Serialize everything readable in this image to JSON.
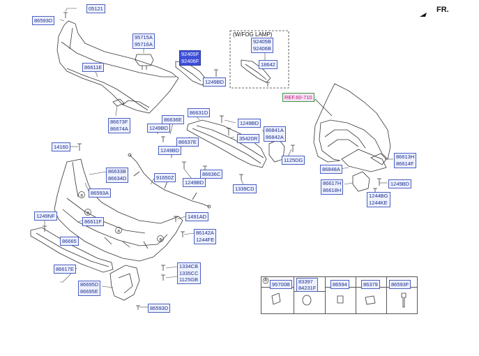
{
  "header": {
    "direction": "FR."
  },
  "fog_lamp_box": {
    "title": "(W/FOG LAMP)"
  },
  "callouts": {
    "a": "a"
  },
  "parts": {
    "p05121": "05121",
    "p86593D_top": "86593D",
    "p95715A": "95715A",
    "p95716A": "95716A",
    "p92405F": "92405F",
    "p92406F": "92406F",
    "p92405B": "92405B",
    "p92406B": "92406B",
    "p18642": "18642",
    "p86611E": "86611E",
    "p1249BD_a": "1249BD",
    "pREF": "REF.60-710",
    "p86673F": "86673F",
    "p86674A": "86674A",
    "p86636E": "86636E",
    "p86631D": "86631D",
    "p1249BD_b": "1249BD",
    "p1249BD_c": "1249BD",
    "p86841A": "86841A",
    "p86842A": "86842A",
    "p35420R": "35420R",
    "p86637E": "86637E",
    "p1249BD_d": "1249BD",
    "p1125DG": "1125DG",
    "p14160": "14160",
    "p86613H": "86613H",
    "p86614F": "86614F",
    "p86848A": "86848A",
    "p86633B": "86633B",
    "p86634D": "86634D",
    "p91650Z": "91650Z",
    "p86636C": "86636C",
    "p1249BD_e": "1249BD",
    "p1339CD": "1339CD",
    "p86617H": "86617H",
    "p86618H": "86618H",
    "p1249BD_f": "1249BD",
    "p86593A": "86593A",
    "p1244BG": "1244BG",
    "p1244KE": "1244KE",
    "p1249NF": "1249NF",
    "p1491AD": "1491AD",
    "p86611F": "86611F",
    "p86142A": "86142A",
    "p1244FE": "1244FE",
    "p86665": "86665",
    "p86617E": "86617E",
    "p1334CB": "1334CB",
    "p1335CC": "1335CC",
    "p1125GB": "1125GB",
    "p86695D": "86695D",
    "p86695E": "86695E",
    "p86593D_bot": "86593D"
  },
  "legend": {
    "cells": [
      {
        "prefix": "a",
        "codes": [
          "95700B"
        ]
      },
      {
        "codes": [
          "83397",
          "84231F"
        ]
      },
      {
        "codes": [
          "86594"
        ]
      },
      {
        "codes": [
          "86379"
        ]
      },
      {
        "codes": [
          "86593F"
        ]
      }
    ]
  }
}
